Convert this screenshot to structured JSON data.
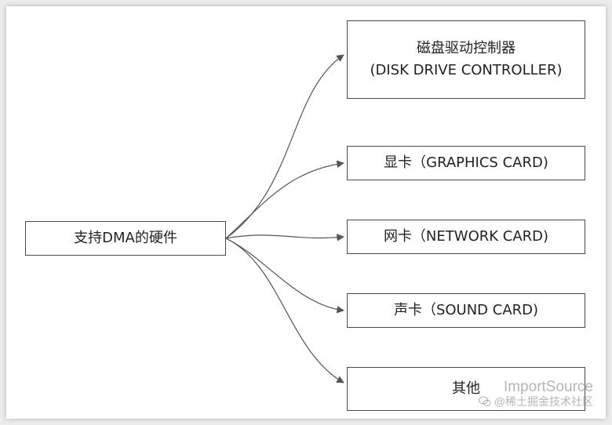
{
  "root": {
    "label": "支持DMA的硬件"
  },
  "nodes": [
    {
      "line1": "磁盘驱动控制器",
      "line2": "(DISK DRIVE CONTROLLER)"
    },
    {
      "line1": "显卡（GRAPHICS CARD)"
    },
    {
      "line1": "网卡（NETWORK CARD)"
    },
    {
      "line1": "声卡（SOUND CARD)"
    },
    {
      "line1": "其他"
    }
  ],
  "watermark": {
    "main": "ImportSource",
    "sub": "@稀土掘金技术社区"
  },
  "colors": {
    "line": "#555555",
    "border": "#4a4a4a",
    "text": "#222222"
  }
}
